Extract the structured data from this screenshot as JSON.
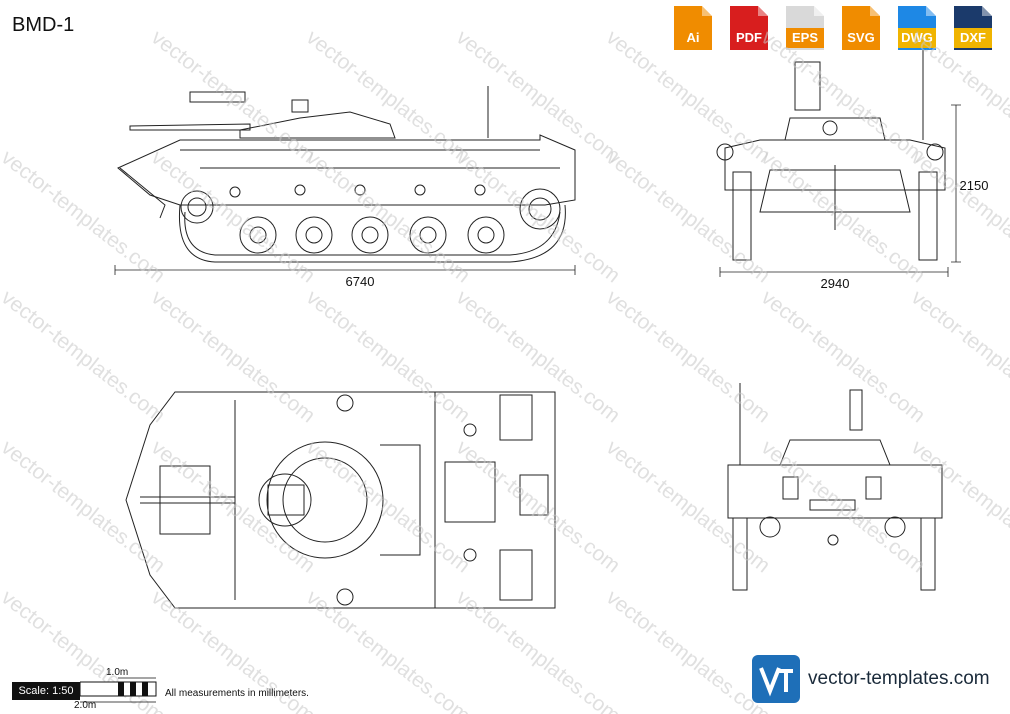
{
  "title": "BMD-1",
  "formats": [
    {
      "label": "Ai",
      "color": "#f08c00"
    },
    {
      "label": "PDF",
      "color": "#d81e1e"
    },
    {
      "label": "EPS",
      "color": "#cfcfcf"
    },
    {
      "label": "SVG",
      "color": "#f08c00"
    },
    {
      "label": "DWG",
      "color": "#1e88e5"
    },
    {
      "label": "DXF",
      "color": "#1b3a6b"
    }
  ],
  "dimensions": {
    "length": "6740",
    "width": "2940",
    "height": "2150"
  },
  "scale": {
    "label": "Scale: 1:50",
    "mark_1": "1.0m",
    "mark_2": "2.0m"
  },
  "note": "All measurements in millimeters.",
  "brand": {
    "logo_text": "Vt",
    "site": "vector-templates.com"
  },
  "watermark_text": "vector-templates.com"
}
